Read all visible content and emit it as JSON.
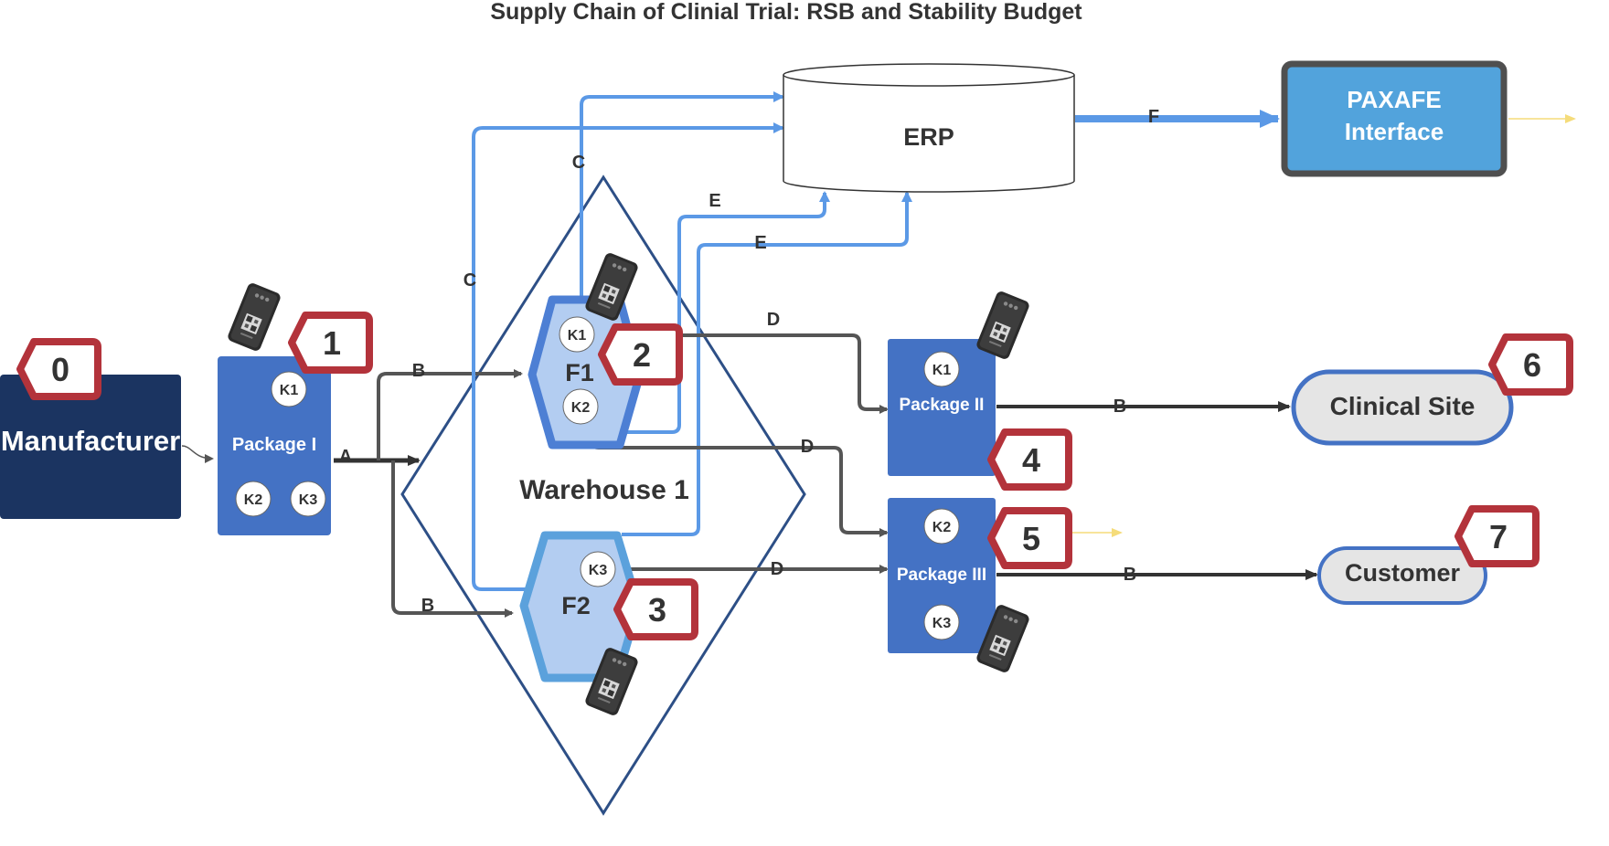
{
  "title": "Supply Chain of Clinial Trial: RSB and Stability Budget",
  "nodes": {
    "manufacturer": "Manufacturer",
    "package_1": "Package I",
    "package_2": "Package II",
    "package_3": "Package III",
    "warehouse": "Warehouse 1",
    "f1": "F1",
    "f2": "F2",
    "erp": "ERP",
    "paxafe_line1": "PAXAFE",
    "paxafe_line2": "Interface",
    "clinical_site": "Clinical Site",
    "customer": "Customer"
  },
  "kits": {
    "pkg1_k1": "K1",
    "pkg1_k2": "K2",
    "pkg1_k3": "K3",
    "f1_k1": "K1",
    "f1_k2": "K2",
    "f2_k3": "K3",
    "pkg2_k1": "K1",
    "pkg3_k2": "K2",
    "pkg3_k3": "K3"
  },
  "badges": [
    "0",
    "1",
    "2",
    "3",
    "4",
    "5",
    "6",
    "7"
  ],
  "edge_labels": {
    "a": "A",
    "b_to_f1": "B",
    "b_to_f2": "B",
    "b_to_clinical": "B",
    "b_to_customer": "B",
    "c_left": "C",
    "c_inner": "C",
    "d_top": "D",
    "d_mid": "D",
    "d_bottom": "D",
    "e_upper": "E",
    "e_lower": "E",
    "f": "F"
  },
  "colors": {
    "manufacturer": "#1b3461",
    "package": "#4472c4",
    "hex_fill": "#b3cdf1",
    "hex_border_f1": "#4d7fd4",
    "hex_border_f2": "#5ba1dc",
    "warehouse_outline": "#2d4f86",
    "erp_link": "#5b99e6",
    "paxafe_fill": "#52a3dc",
    "paxafe_border": "#4f4f4f",
    "site_fill": "#e5e5e5",
    "site_border": "#4472c4",
    "badge_border": "#b3333b",
    "dark_arrow": "#555555",
    "yellow_arrow": "#f5dc7a"
  },
  "icons": [
    "tracker-device-icon"
  ]
}
